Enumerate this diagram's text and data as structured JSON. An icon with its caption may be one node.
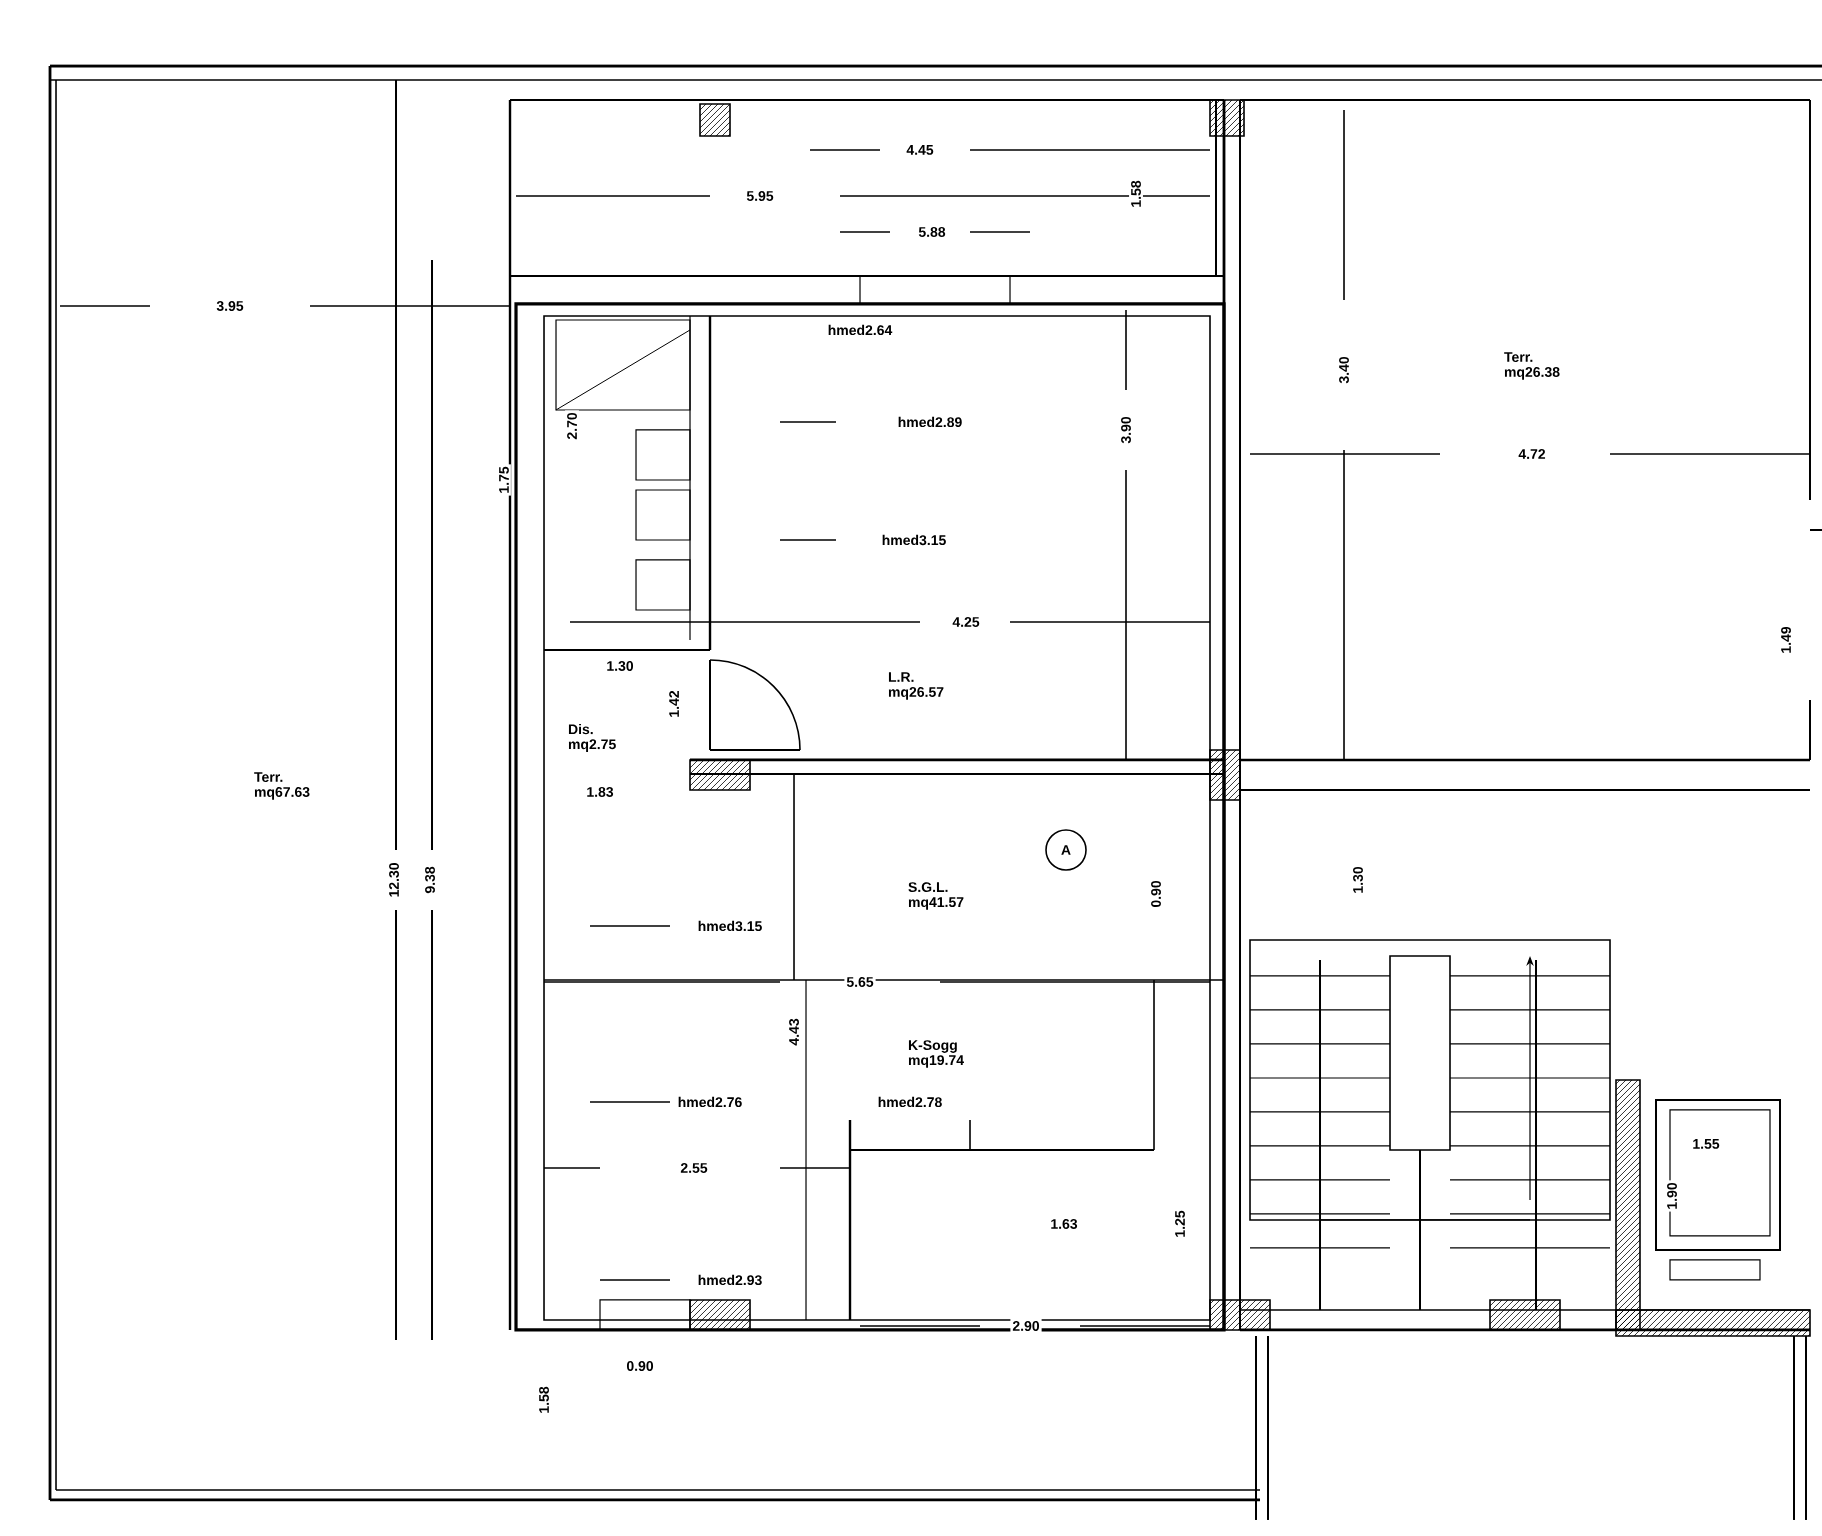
{
  "diagram": {
    "nodes": [
      {
        "text": [
          "A"
        ]
      }
    ],
    "labels": [
      "4.45",
      "5.95",
      "1.58",
      "5.88",
      "3.95",
      "hmed2.64",
      "3.40",
      "Terr. mq26.38",
      "hmed2.89",
      "2.70",
      "3.90",
      "4.72",
      "1.75",
      "hmed3.15",
      "4.25",
      "1.49",
      "1.30",
      "L.R. mq26.57",
      "1.42",
      "Dis. mq2.75",
      "Terr. mq67.63",
      "1.83",
      "12.30",
      "9.38",
      "S.G.L. mq41.57",
      "0.90",
      "1.30",
      "hmed3.15",
      "5.65",
      "4.43",
      "K-Sogg mq19.74",
      "hmed2.76",
      "hmed2.78",
      "2.55",
      "1.55",
      "1.90",
      "1.63",
      "1.25",
      "hmed2.93",
      "2.90",
      "0.90",
      "1.58"
    ]
  }
}
